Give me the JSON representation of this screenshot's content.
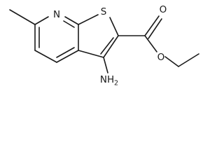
{
  "molecule": {
    "atoms": {
      "nitrogen": "N",
      "sulfur": "S",
      "oxygen_carbonyl": "O",
      "oxygen_ester": "O",
      "amino_prefix": "NH",
      "amino_subscript": "2"
    }
  }
}
